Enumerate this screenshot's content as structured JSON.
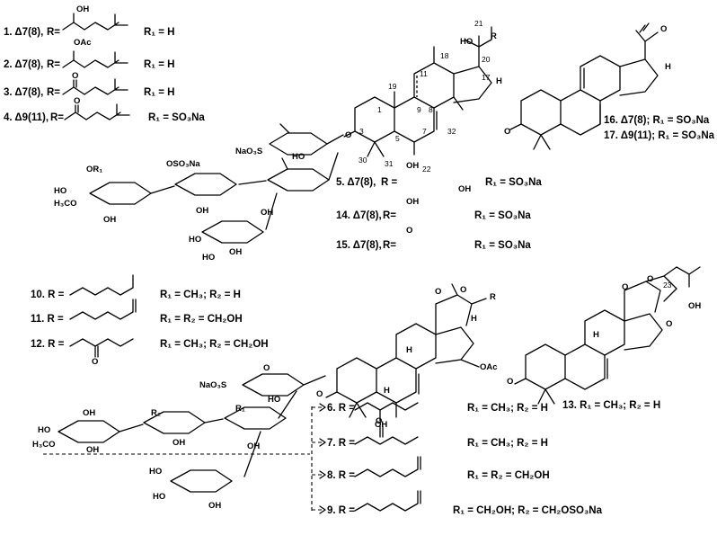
{
  "compounds_top": [
    {
      "label": "1. Δ7(8),",
      "r": "R=",
      "r1": "R₁ = H",
      "group": "OH"
    },
    {
      "label": "2. Δ7(8),",
      "r": "R=",
      "r1": "R₁ = H",
      "group": "OAc"
    },
    {
      "label": "3. Δ7(8),",
      "r": "R=",
      "r1": "R₁ = H",
      "group": "O"
    },
    {
      "label": "4. Δ9(11),",
      "r": "R=",
      "r1": "R₁ = SO₃Na",
      "group": "O"
    }
  ],
  "compounds_mid": [
    {
      "label": "5. Δ7(8),",
      "r": "R =",
      "r1": "R₁ = SO₃Na",
      "group1": "OH",
      "group2": "OH",
      "pos": "22"
    },
    {
      "label": "14. Δ7(8),",
      "r": "R=",
      "r1": "R₁ = SO₃Na",
      "group": "OH"
    },
    {
      "label": "15. Δ7(8),",
      "r": "R=",
      "r1": "R₁ = SO₃Na",
      "group": "O"
    }
  ],
  "compounds_right": [
    {
      "label": "16. Δ7(8); R₁ = SO₃Na"
    },
    {
      "label": "17. Δ9(11); R₁ = SO₃Na"
    }
  ],
  "compounds_bottom_left": [
    {
      "label": "10. R =",
      "r1": "R₁ = CH₃; R₂ = H"
    },
    {
      "label": "11. R =",
      "r1": "R₁ = R₂ = CH₂OH"
    },
    {
      "label": "12. R =",
      "r1": "R₁ = CH₃; R₂ = CH₂OH",
      "group": "O"
    }
  ],
  "compounds_bottom_right": [
    {
      "label": "6. R =",
      "r1": "R₁ = CH₃; R₂ = H",
      "group": "OH"
    },
    {
      "label": "7. R =",
      "r1": "R₁ = CH₃; R₂ = H",
      "group": "O"
    },
    {
      "label": "8. R =",
      "r1": "R₁ = R₂ = CH₂OH"
    },
    {
      "label": "9. R =",
      "r1": "R₁ = CH₂OH; R₂ = CH₂OSO₃Na"
    }
  ],
  "compound_13": {
    "label": "13. R₁ = CH₃; R₂ = H",
    "pos": "23",
    "group": "OH"
  },
  "aglycone_atoms": {
    "ho": "HO",
    "r": "R",
    "h": "H",
    "nums": [
      "21",
      "18",
      "20",
      "17",
      "19",
      "11",
      "1",
      "9",
      "8",
      "3",
      "5",
      "7",
      "32",
      "30",
      "31",
      "22"
    ]
  },
  "sugar_top_atoms": {
    "nao3s": "NaO₃S",
    "ho": "HO",
    "o": "O",
    "or1": "OR₁",
    "h3co": "H₃CO",
    "oso3na": "OSO₃Na",
    "oh": "OH"
  },
  "sugar_bottom_atoms": {
    "nao3s": "NaO₃S",
    "ho": "HO",
    "o": "O",
    "oh": "OH",
    "r1": "R₁",
    "r2": "R₂",
    "h3co": "H₃CO",
    "oac": "OAc",
    "h": "H",
    "r": "R"
  }
}
